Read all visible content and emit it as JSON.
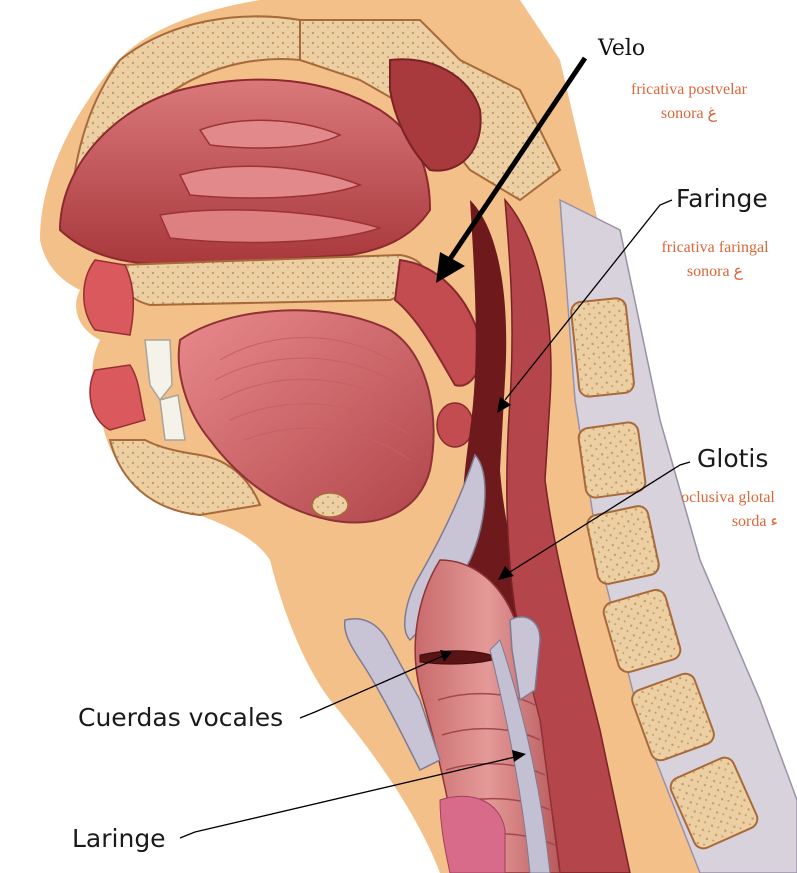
{
  "labels": {
    "velo": {
      "title": "Velo",
      "sub_line1": "fricativa postvelar",
      "sub_line2": "sonora غ"
    },
    "faringe": {
      "title": "Faringe",
      "sub_line1": "fricativa faringal",
      "sub_line2": "sonora ع"
    },
    "glotis": {
      "title": "Glotis",
      "sub_line1": "oclusiva glotal",
      "sub_line2": "sorda ء"
    },
    "cuerdas_vocales": {
      "title": "Cuerdas vocales"
    },
    "laringe": {
      "title": "Laringe"
    }
  },
  "colors": {
    "soft_tissue": "#c9585a",
    "muscle": "#b8484c",
    "bone": "#e9c79a",
    "fat": "#f0a95a",
    "skin": "#f4c08a",
    "cartilage": "#c7c3d6",
    "airway_dark": "#6e1a1c",
    "label_accent": "#d9673a"
  }
}
